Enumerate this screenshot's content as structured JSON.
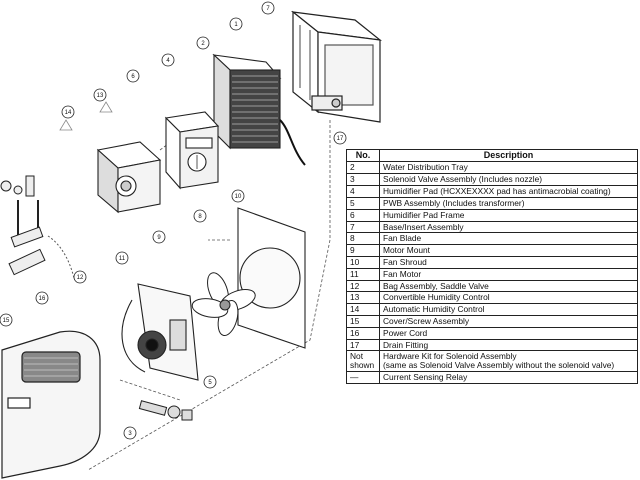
{
  "table": {
    "headers": [
      "No.",
      "Description"
    ],
    "rows": [
      {
        "no": "2",
        "desc": "Water Distribution Tray"
      },
      {
        "no": "3",
        "desc": "Solenoid Valve Assembly (Includes nozzle)"
      },
      {
        "no": "4",
        "desc": "Humidifier Pad (HCXXEXXXX pad has antimacrobial coating)"
      },
      {
        "no": "5",
        "desc": "PWB Assembly (Includes transformer)"
      },
      {
        "no": "6",
        "desc": "Humidifier Pad Frame"
      },
      {
        "no": "7",
        "desc": "Base/Insert Assembly"
      },
      {
        "no": "8",
        "desc": "Fan Blade"
      },
      {
        "no": "9",
        "desc": "Motor Mount"
      },
      {
        "no": "10",
        "desc": "Fan Shroud"
      },
      {
        "no": "11",
        "desc": "Fan Motor"
      },
      {
        "no": "12",
        "desc": "Bag Assembly, Saddle Valve"
      },
      {
        "no": "13",
        "desc": "Convertible Humidity Control"
      },
      {
        "no": "14",
        "desc": "Automatic Humidity Control"
      },
      {
        "no": "15",
        "desc": "Cover/Screw Assembly"
      },
      {
        "no": "16",
        "desc": "Power Cord"
      },
      {
        "no": "17",
        "desc": "Drain Fitting"
      },
      {
        "no": "Not\nshown",
        "desc": "Hardware Kit for Solenoid Assembly\n(same as Solenoid Valve Assembly without the solenoid valve)"
      },
      {
        "no": "—",
        "desc": "Current Sensing Relay"
      }
    ]
  },
  "callouts": [
    "1",
    "2",
    "3",
    "4",
    "5",
    "6",
    "7",
    "8",
    "9",
    "10",
    "11",
    "12",
    "13",
    "14",
    "15",
    "16",
    "17"
  ]
}
